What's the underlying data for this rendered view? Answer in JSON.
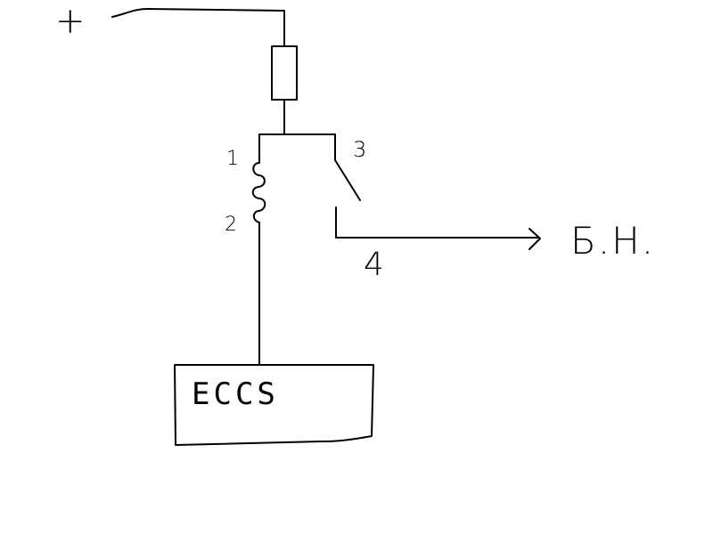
{
  "diagram": {
    "supply_label": "+",
    "relay": {
      "pin_1": "1",
      "pin_2": "2",
      "pin_3": "3",
      "pin_4": "4"
    },
    "output_label": "Б.Н.",
    "ecu_label": "ECCS"
  }
}
